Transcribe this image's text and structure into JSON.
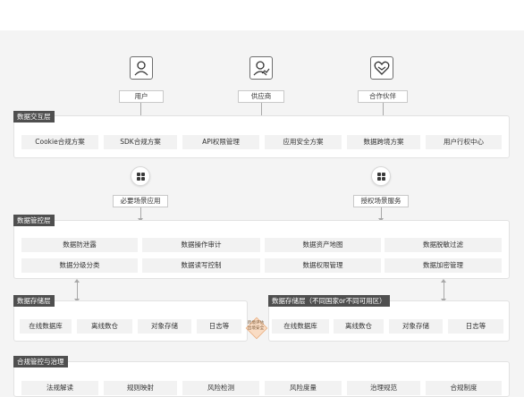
{
  "actors": [
    {
      "label": "用户",
      "icon": "user-icon"
    },
    {
      "label": "供应商",
      "icon": "supplier-icon"
    },
    {
      "label": "合作伙伴",
      "icon": "partner-icon"
    }
  ],
  "interaction_layer": {
    "title": "数据交互层",
    "items": [
      "Cookie合规方案",
      "SDK合规方案",
      "API权限管理",
      "应用安全方案",
      "数据跨境方案",
      "用户行权中心"
    ]
  },
  "scenarios": [
    {
      "label": "必要场景应用",
      "icon": "grid-icon"
    },
    {
      "label": "授权场景服务",
      "icon": "grid-icon"
    }
  ],
  "control_layer": {
    "title": "数据管控层",
    "rows": [
      [
        "数据防泄露",
        "数据操作审计",
        "数据资产地图",
        "数据脱敏过滤"
      ],
      [
        "数据分级分类",
        "数据读写控制",
        "数据权限管理",
        "数据加密管理"
      ]
    ]
  },
  "storage_left": {
    "title": "数据存储层",
    "items": [
      "在线数据库",
      "离线数仓",
      "对象存储",
      "日志等"
    ]
  },
  "storage_right": {
    "title": "数据存储层（不同国家or不同可用区）",
    "items": [
      "在线数据库",
      "离线数仓",
      "对象存储",
      "日志等"
    ]
  },
  "bridge": {
    "line1": "跨境评估",
    "line2": "出境安全"
  },
  "governance": {
    "title": "合规管控与治理",
    "items": [
      "法规解读",
      "规则映射",
      "风险检测",
      "风险度量",
      "治理规范",
      "合规制度"
    ]
  },
  "colors": {
    "tag": "#4f4f4f",
    "cell": "#f2f2f2",
    "bridge": "#f9dcc4"
  }
}
